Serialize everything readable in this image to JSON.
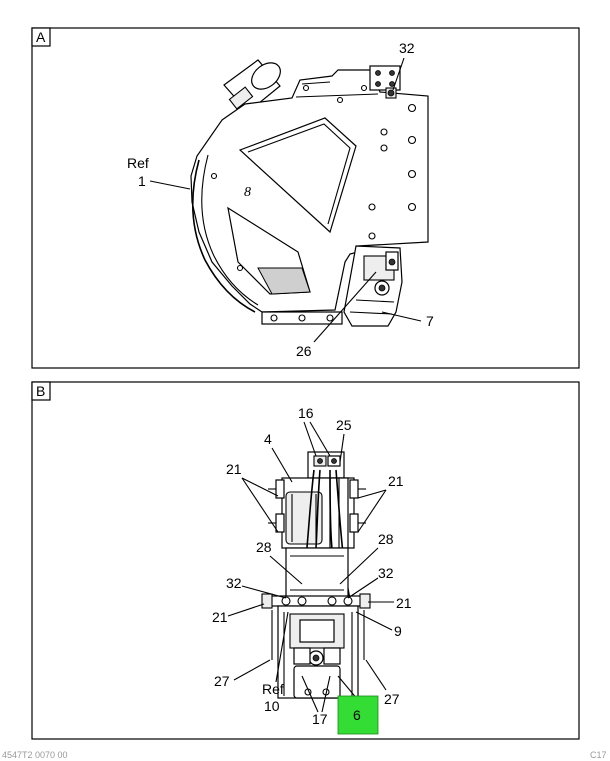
{
  "panels": {
    "a": {
      "letter": "A"
    },
    "b": {
      "letter": "B"
    }
  },
  "callouts_a": {
    "ref_word": "Ref",
    "c1": "1",
    "c32": "32",
    "c7": "7",
    "c26": "26"
  },
  "callouts_b": {
    "c16": "16",
    "c25": "25",
    "c4": "4",
    "c21_upper_left": "21",
    "c21_upper_right": "21",
    "c28_left": "28",
    "c28_right": "28",
    "c32_left": "32",
    "c32_right": "32",
    "c21_lower_left": "21",
    "c21_lower_right": "21",
    "c9": "9",
    "c27_left": "27",
    "c27_right": "27",
    "ref_word": "Ref",
    "c10": "10",
    "c17": "17",
    "c6": "6"
  },
  "highlight": {
    "fill": "#33dd33",
    "label": "6"
  },
  "footer": {
    "left": "4547T2 0070 00",
    "right": "C17"
  }
}
